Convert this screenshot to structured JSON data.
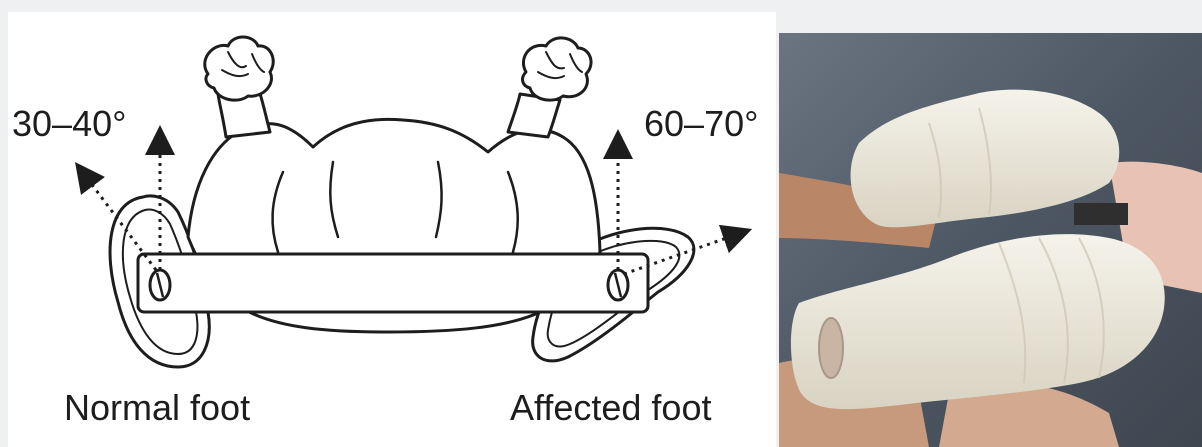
{
  "diagram": {
    "normal_angle_label": "30–40°",
    "affected_angle_label": "60–70°",
    "normal_foot_label": "Normal foot",
    "affected_foot_label": "Affected foot"
  },
  "photo": {
    "subject": "two lower-leg casts joined with a bar",
    "colors": {
      "cast": "#ece9dc",
      "trousers": "#4f5a66",
      "skin": "#c99a80"
    }
  }
}
